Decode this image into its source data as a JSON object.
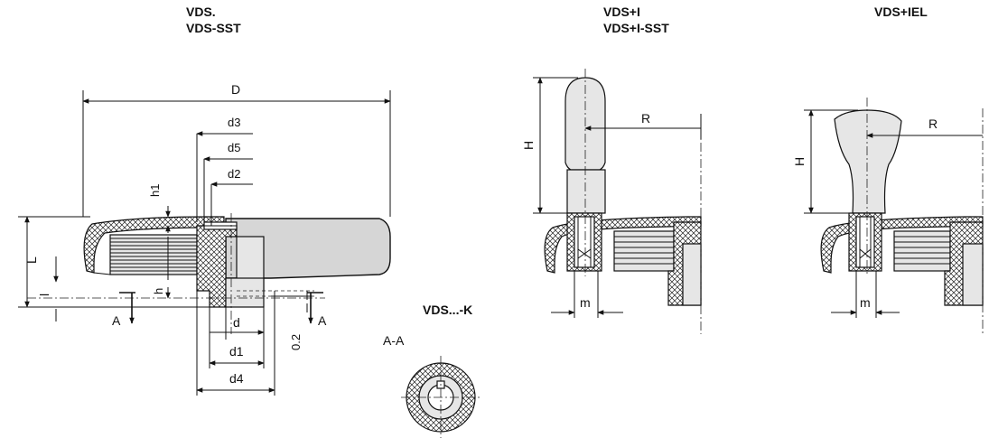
{
  "titles": {
    "vds": "VDS.",
    "vds_sst": "VDS-SST",
    "vds_i": "VDS+I",
    "vds_i_sst": "VDS+I-SST",
    "vds_iel": "VDS+IEL",
    "vds_k": "VDS...-K",
    "section": "A-A"
  },
  "dimensions": {
    "D": "D",
    "d3": "d3",
    "d5": "d5",
    "d2": "d2",
    "h1": "h1",
    "L": "L",
    "l": "l",
    "h": "h",
    "A_left": "A",
    "A_right": "A",
    "d": "d",
    "d1": "d1",
    "d4": "d4",
    "tol": "0.2",
    "H_i": "H",
    "R_i": "R",
    "m_i": "m",
    "H_iel": "H",
    "R_iel": "R",
    "m_iel": "m"
  }
}
